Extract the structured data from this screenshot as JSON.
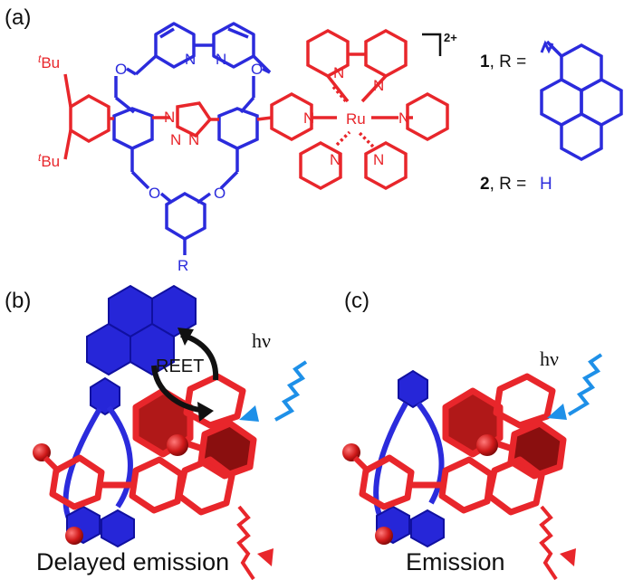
{
  "panels": {
    "a": "(a)",
    "b": "(b)",
    "c": "(c)"
  },
  "structure": {
    "charge": "2+",
    "tBu_sup": "t",
    "tBu_text": "Bu",
    "ru": "Ru",
    "n": "N",
    "o": "O",
    "r": "R"
  },
  "compounds": {
    "c1_num": "1",
    "c1_text": ", R =",
    "c2_num": "2",
    "c2_text": ", R =",
    "c2_value": "H"
  },
  "panel_b": {
    "photon": "hν",
    "process": "REET",
    "caption": "Delayed emission"
  },
  "panel_c": {
    "photon": "hν",
    "caption": "Emission"
  },
  "colors": {
    "blue": "#2b2bdc",
    "red": "#e8262b",
    "light_blue": "#1e90e8",
    "dark_red": "#9a1010"
  }
}
